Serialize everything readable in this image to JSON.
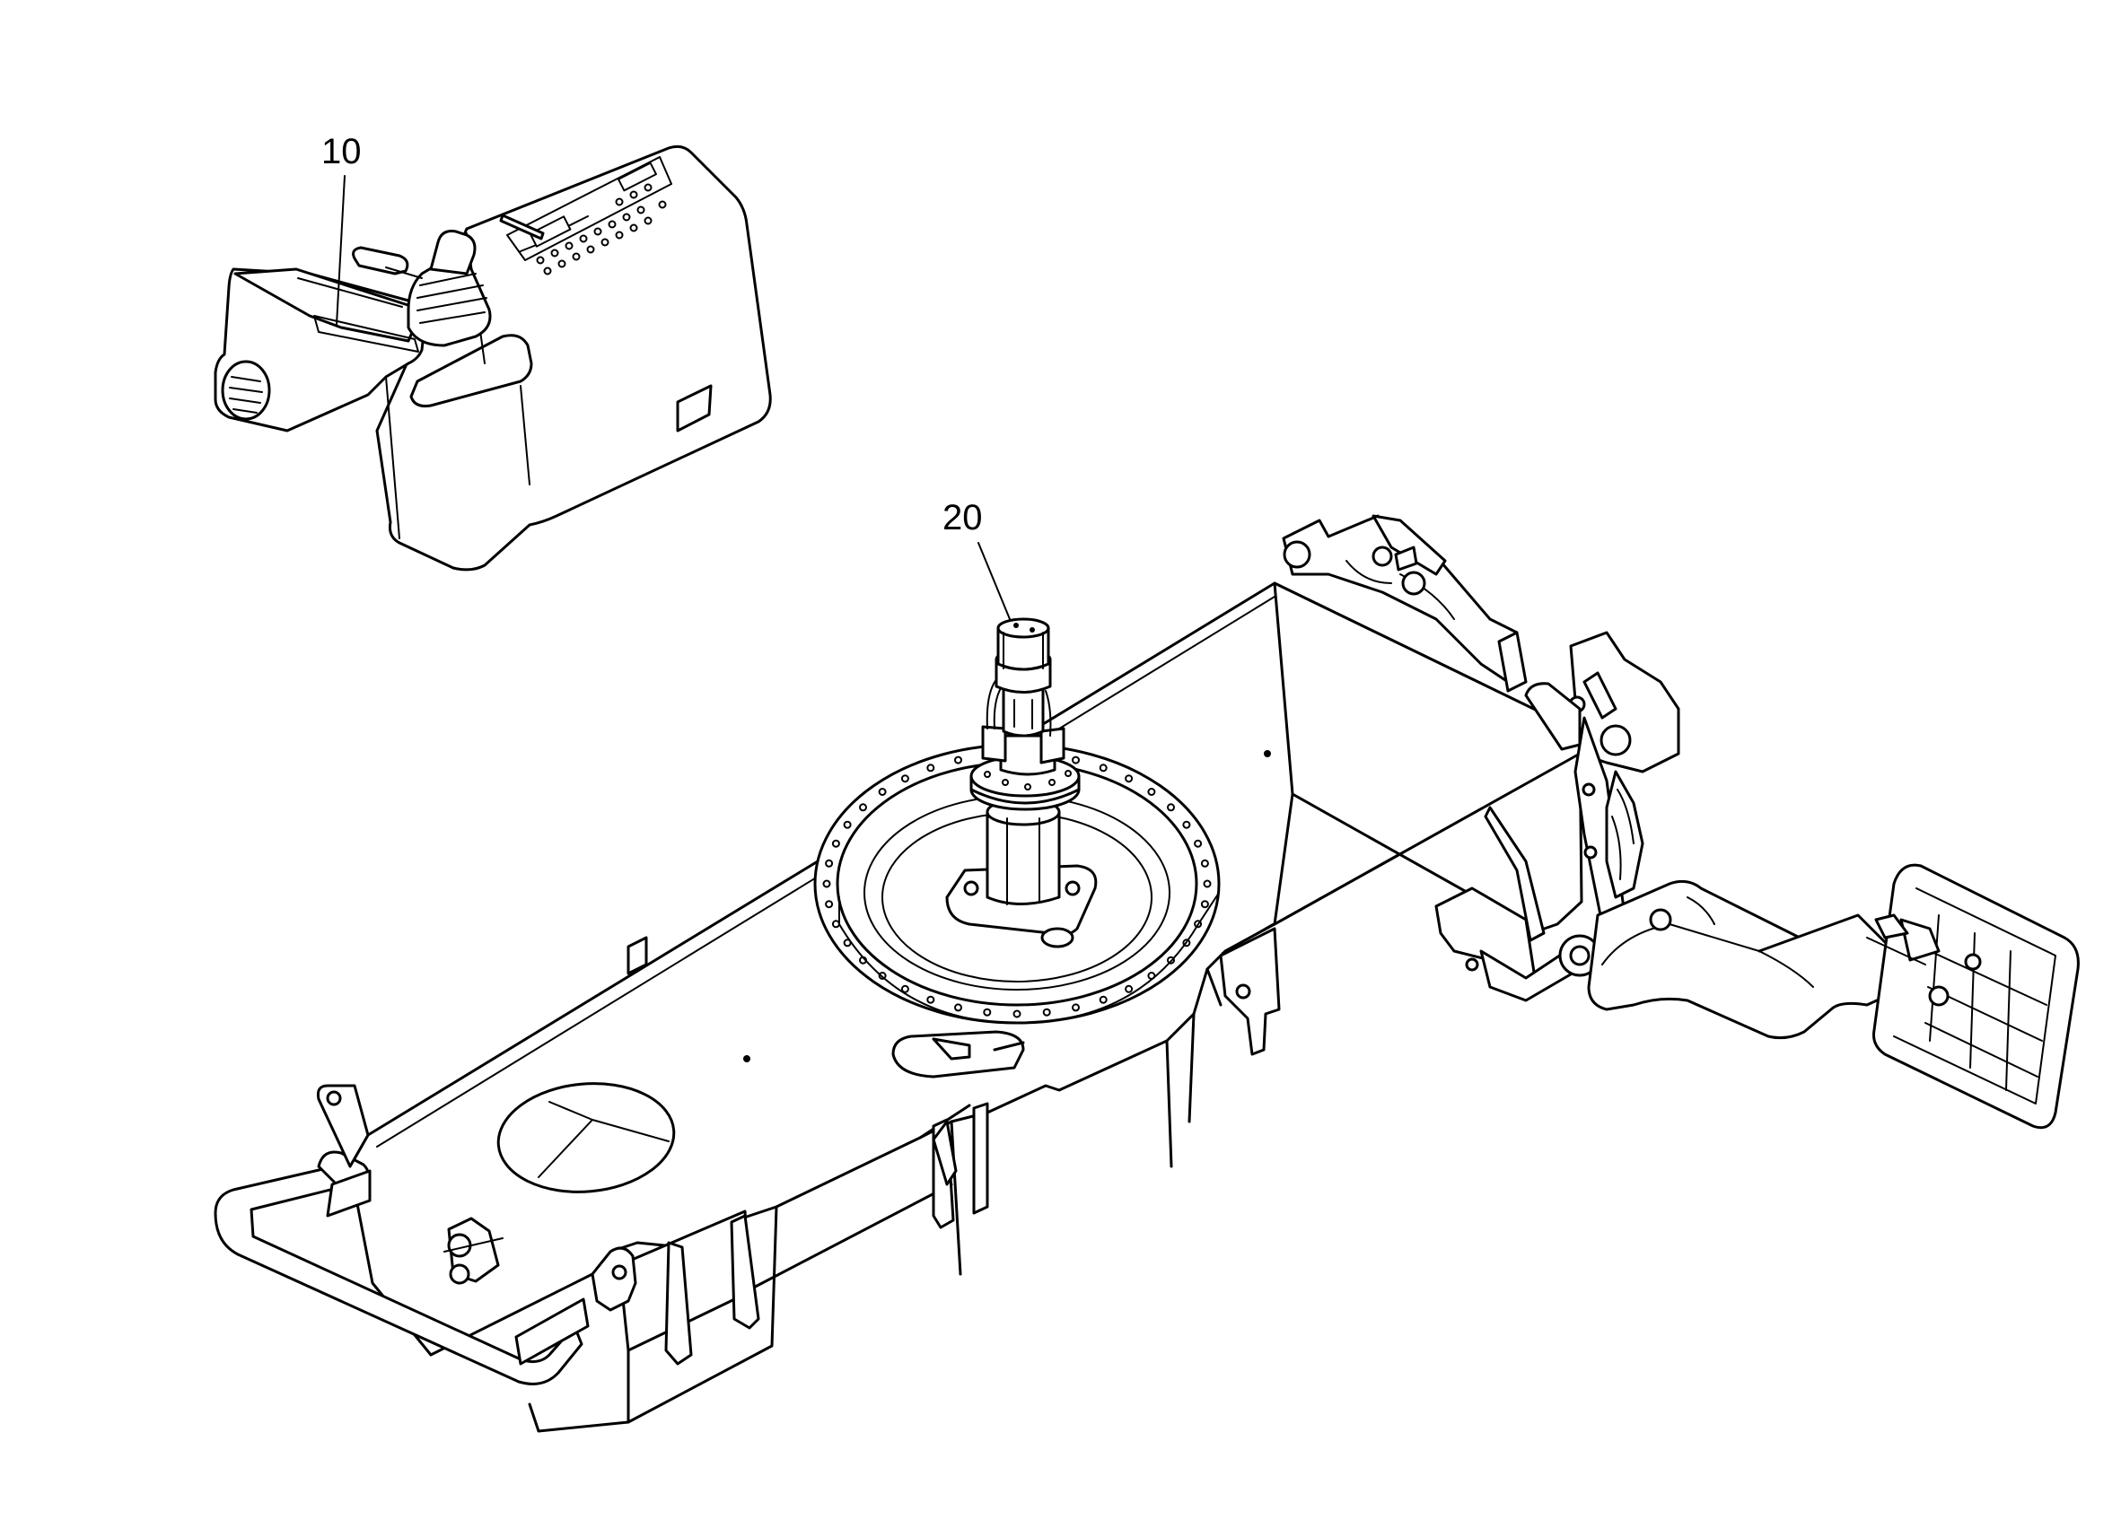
{
  "callouts": [
    {
      "id": "10",
      "label": "10"
    },
    {
      "id": "20",
      "label": "20"
    }
  ],
  "colors": {
    "line": "#000000",
    "background": "#ffffff"
  }
}
